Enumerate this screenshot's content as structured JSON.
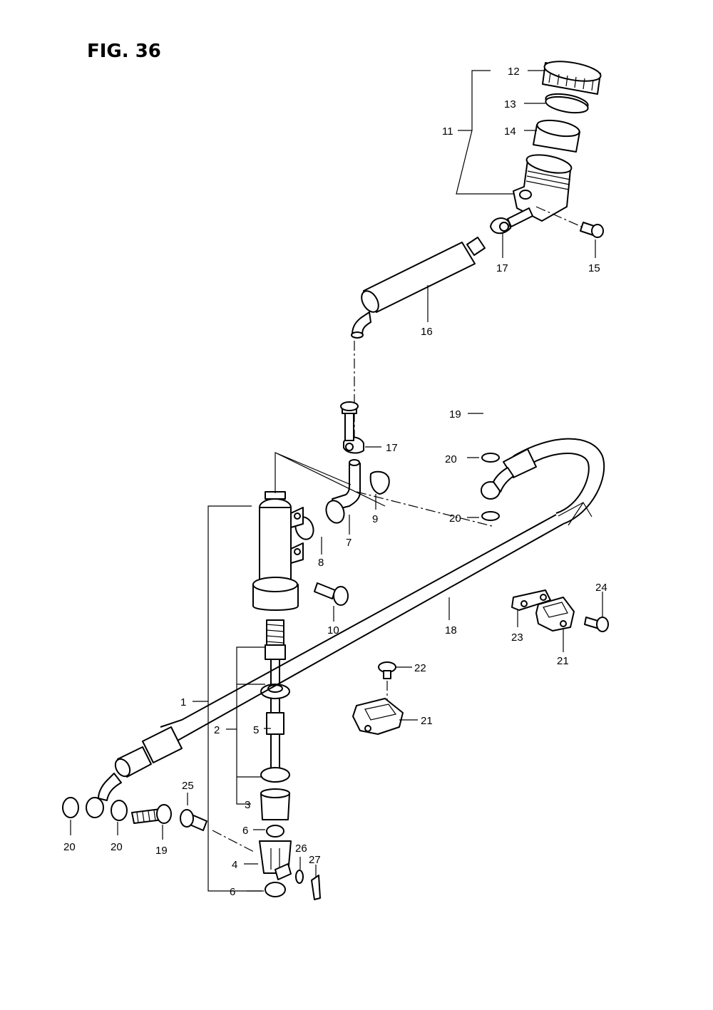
{
  "figure": {
    "title": "FIG. 36"
  },
  "callouts": [
    {
      "id": "c12a",
      "text": "12"
    },
    {
      "id": "c13",
      "text": "13"
    },
    {
      "id": "c11",
      "text": "11"
    },
    {
      "id": "c14",
      "text": "14"
    },
    {
      "id": "c17a",
      "text": "17"
    },
    {
      "id": "c15",
      "text": "15"
    },
    {
      "id": "c16",
      "text": "16"
    },
    {
      "id": "c19a",
      "text": "19"
    },
    {
      "id": "c17b",
      "text": "17"
    },
    {
      "id": "c20a",
      "text": "20"
    },
    {
      "id": "c9",
      "text": "9"
    },
    {
      "id": "c20b",
      "text": "20"
    },
    {
      "id": "c7",
      "text": "7"
    },
    {
      "id": "c8",
      "text": "8"
    },
    {
      "id": "c24",
      "text": "24"
    },
    {
      "id": "c10",
      "text": "10"
    },
    {
      "id": "c18",
      "text": "18"
    },
    {
      "id": "c23",
      "text": "23"
    },
    {
      "id": "c21a",
      "text": "21"
    },
    {
      "id": "c22",
      "text": "22"
    },
    {
      "id": "c1",
      "text": "1"
    },
    {
      "id": "c21b",
      "text": "21"
    },
    {
      "id": "c2",
      "text": "2"
    },
    {
      "id": "c5",
      "text": "5"
    },
    {
      "id": "c25",
      "text": "25"
    },
    {
      "id": "c3",
      "text": "3"
    },
    {
      "id": "c6a",
      "text": "6"
    },
    {
      "id": "c20c",
      "text": "20"
    },
    {
      "id": "c20d",
      "text": "20"
    },
    {
      "id": "c19b",
      "text": "19"
    },
    {
      "id": "c26",
      "text": "26"
    },
    {
      "id": "c4",
      "text": "4"
    },
    {
      "id": "c27",
      "text": "27"
    },
    {
      "id": "c6b",
      "text": "6"
    }
  ]
}
